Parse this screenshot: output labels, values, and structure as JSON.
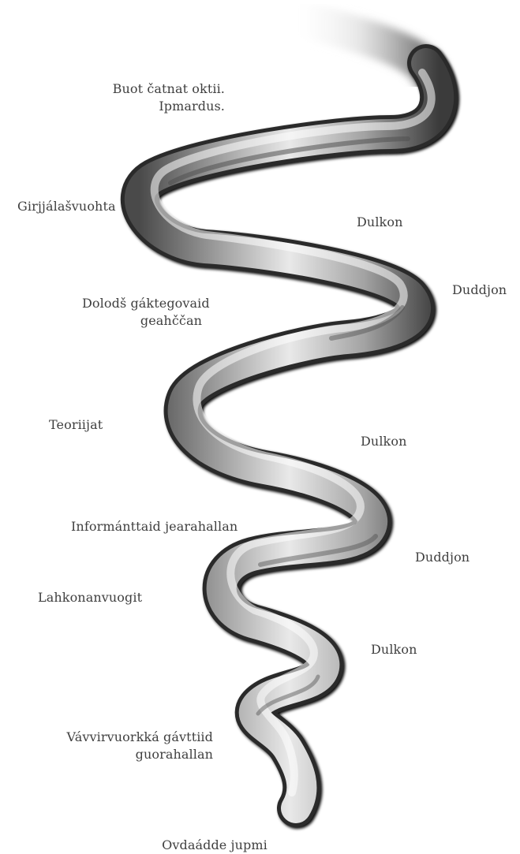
{
  "labels": {
    "top": {
      "line1": "Buot čatnat oktii.",
      "line2": "Ipmardus."
    },
    "girjjalasvuohta": "Girjjálašvuohta",
    "dulkon_1": "Dulkon",
    "dolods": {
      "line1": "Dolodš gáktegovaid",
      "line2": "geahččan"
    },
    "duddjon_1": "Duddjon",
    "teoriijat": "Teoriijat",
    "dulkon_2": "Dulkon",
    "informanttaid": "Informánttaid jearahallan",
    "duddjon_2": "Duddjon",
    "lahkonanvuogit": "Lahkonanvuogit",
    "dulkon_3": "Dulkon",
    "vavvir": {
      "line1": "Vávvirvuorkká gávttiid",
      "line2": "guorahallan"
    },
    "bottom": "Ovdaádde jupmi"
  }
}
